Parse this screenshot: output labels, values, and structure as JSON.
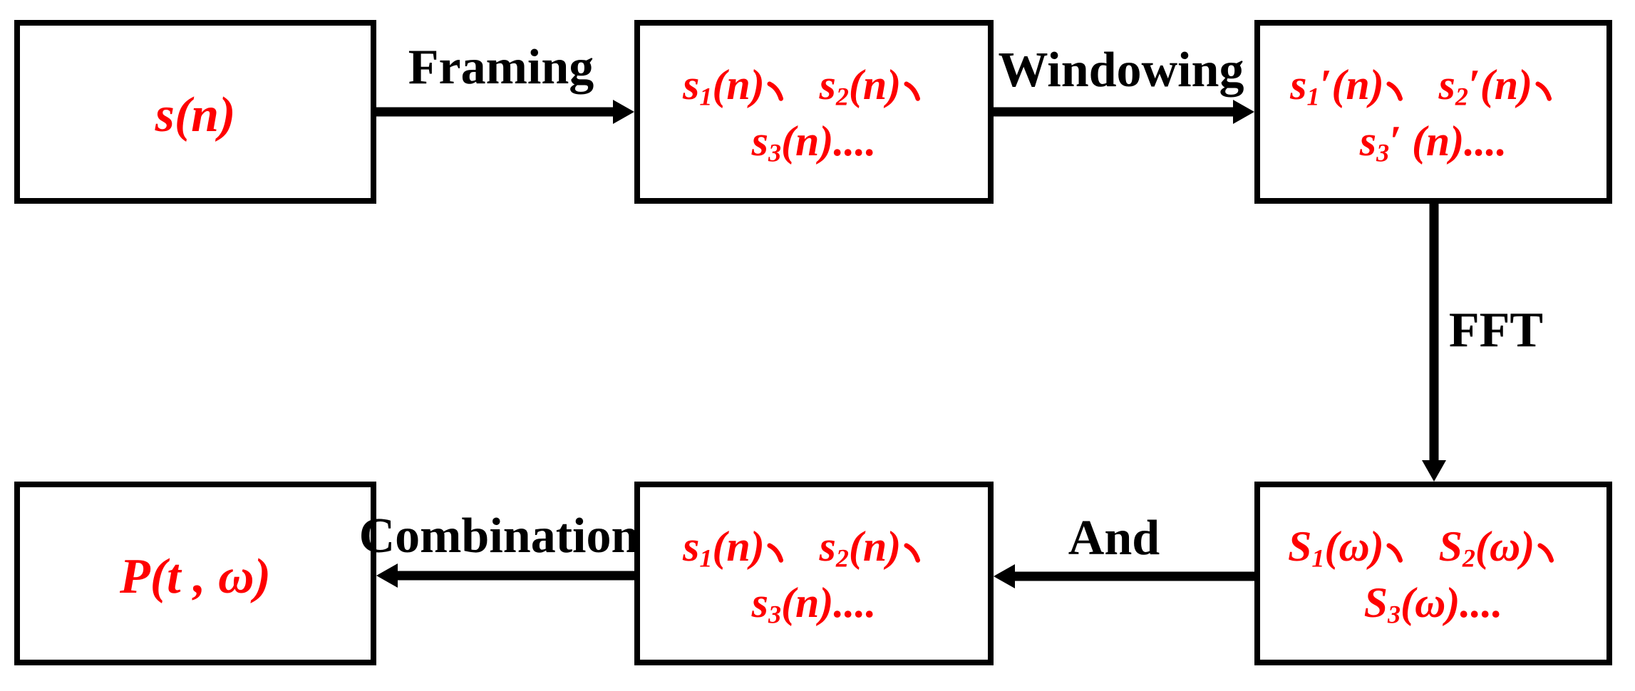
{
  "colors": {
    "formula": "#fe0000",
    "line": "#000000",
    "background": "#ffffff"
  },
  "boxes": {
    "signal": {
      "lines": [
        "s(n)"
      ]
    },
    "framed": {
      "lines": [
        "s₁(n)、 s₂(n)、",
        "s₃(n)...."
      ]
    },
    "windowed": {
      "lines": [
        "s₁′(n)、 s₂′(n)、",
        "s₃′ (n)...."
      ]
    },
    "spectra": {
      "lines": [
        "S₁(ω)、 S₂(ω)、",
        "S₃(ω)...."
      ]
    },
    "frames_td": {
      "lines": [
        "s₁(n)、 s₂(n)、",
        "s₃(n)...."
      ]
    },
    "output": {
      "lines": [
        "P(t , ω)"
      ]
    }
  },
  "arrows": {
    "framing": {
      "label": "Framing",
      "direction": "right"
    },
    "windowing": {
      "label": "Windowing",
      "direction": "right"
    },
    "fft": {
      "label": "FFT",
      "direction": "down"
    },
    "and": {
      "label": "And",
      "direction": "left"
    },
    "combination": {
      "label": "Combination",
      "direction": "left"
    }
  }
}
